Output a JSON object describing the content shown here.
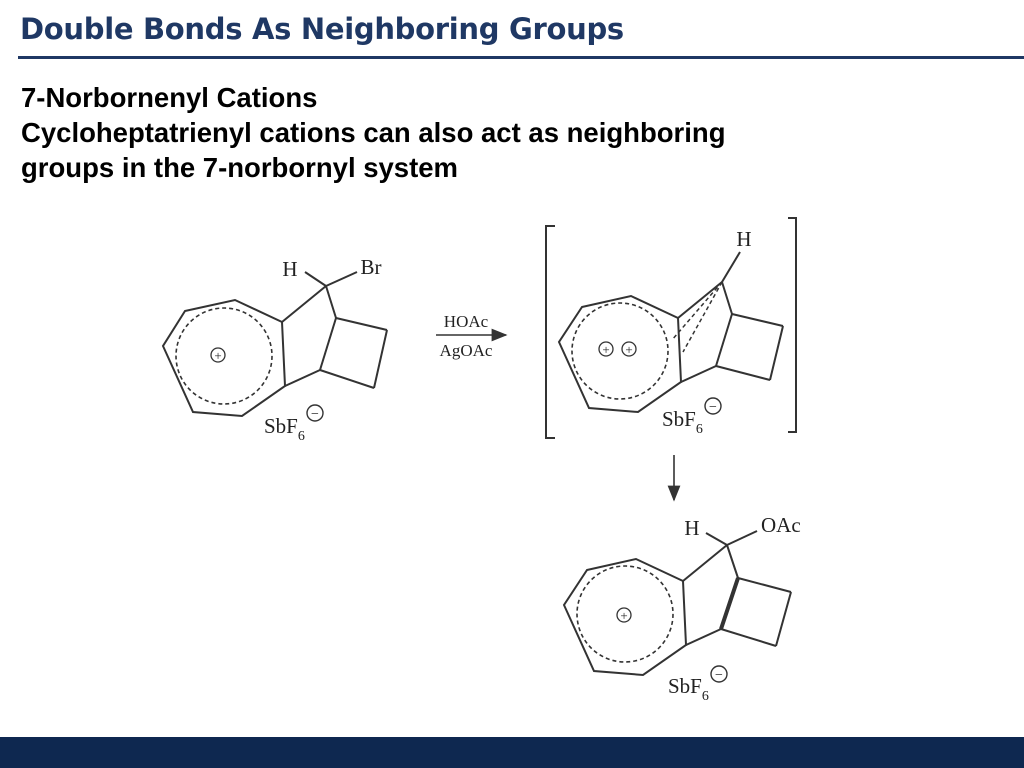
{
  "slide": {
    "title": "Double Bonds As Neighboring Groups",
    "subtitle": "7-Norbornenyl Cations",
    "body_line1": "Cycloheptatrienyl cations can also act as neighboring",
    "body_line2": "groups in the 7-norbornyl system"
  },
  "scheme": {
    "reactant": {
      "h_label": "H",
      "br_label": "Br",
      "charge": "+",
      "counterion": "SbF",
      "counterion_sub": "6",
      "counterion_charge": "−"
    },
    "reagents": {
      "above_arrow": "HOAc",
      "below_arrow": "AgOAc"
    },
    "intermediate": {
      "h_label": "H",
      "charge_1": "+",
      "charge_2": "+",
      "counterion": "SbF",
      "counterion_sub": "6",
      "counterion_charge": "−"
    },
    "product": {
      "h_label": "H",
      "oac_label": "OAc",
      "charge": "+",
      "counterion": "SbF",
      "counterion_sub": "6",
      "counterion_charge": "−"
    }
  }
}
